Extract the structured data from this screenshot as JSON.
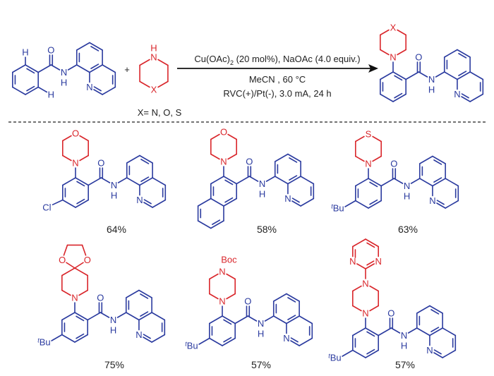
{
  "colors": {
    "scaffold": "#2b3b9f",
    "amine": "#d9262b",
    "text": "#222222"
  },
  "atoms": {
    "N": "N",
    "O": "O",
    "H": "H",
    "S": "S",
    "X": "X",
    "Cl": "Cl",
    "Boc": "Boc",
    "tBu_sup": "t",
    "tBu_main": "Bu"
  },
  "reaction": {
    "plus": "+",
    "amine_note": "X= N, O, S",
    "conditions": {
      "line1_pre": "Cu(OAc)",
      "line1_sub": "2",
      "line1_post": " (20 mol%), NaOAc (4.0 equiv.)",
      "line2": "MeCN , 60 °C",
      "line3": "RVC(+)/Pt(-), 3.0 mA, 24 h"
    }
  },
  "products": [
    {
      "yield": "64%"
    },
    {
      "yield": "58%"
    },
    {
      "yield": "63%"
    },
    {
      "yield": "75%"
    },
    {
      "yield": "57%"
    },
    {
      "yield": "57%"
    }
  ]
}
